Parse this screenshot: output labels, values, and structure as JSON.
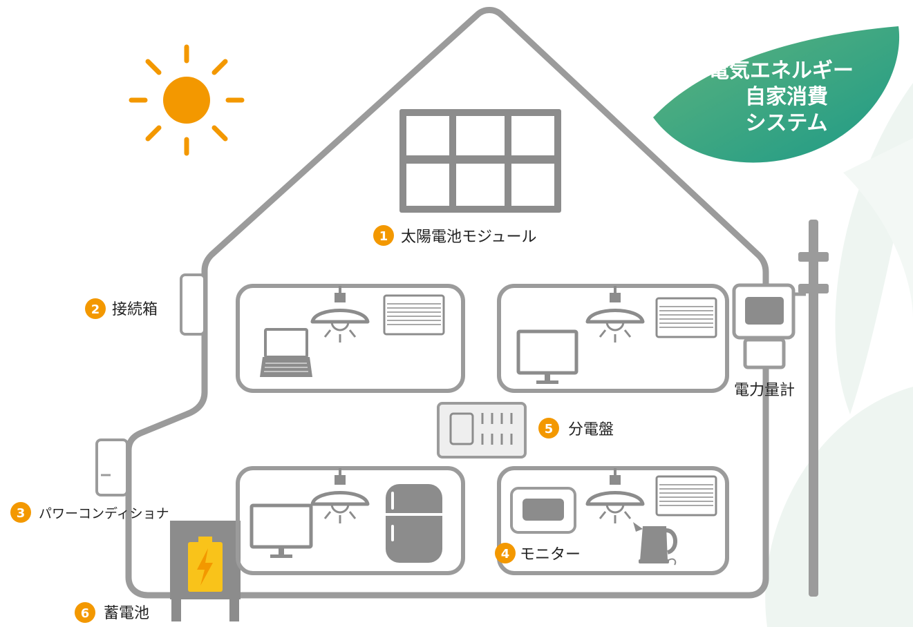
{
  "title_lines": [
    "電気エネルギー",
    "自家消費",
    "システム"
  ],
  "labels": {
    "solar_module": "太陽電池モジュール",
    "junction_box": "接続箱",
    "power_conditioner": "パワーコンディショナ",
    "monitor": "モニター",
    "distribution_board": "分電盤",
    "storage_battery": "蓄電池",
    "power_meter": "電力量計"
  },
  "numbers": {
    "solar_module": "1",
    "junction_box": "2",
    "power_conditioner": "3",
    "monitor": "4",
    "distribution_board": "5",
    "storage_battery": "6"
  },
  "colors": {
    "accent_orange": "#F39800",
    "battery_yellow": "#F9C31A",
    "outline_gray": "#9B9B9B",
    "fill_gray": "#8C8C8C",
    "leaf_green": "#2E9E80"
  }
}
